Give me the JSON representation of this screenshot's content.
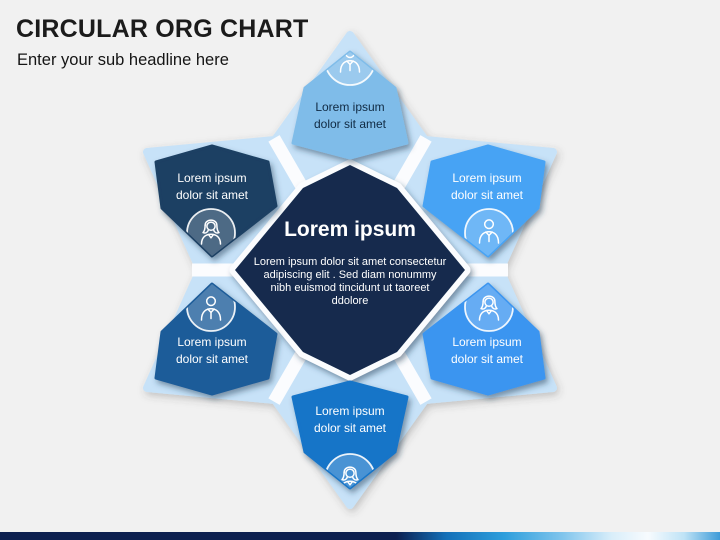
{
  "header": {
    "title": "CIRCULAR ORG CHART",
    "subtitle": "Enter your sub headline here",
    "title_color": "#1b1b1b",
    "subtitle_color": "#151515"
  },
  "center": {
    "title": "Lorem ipsum",
    "body_lines": [
      "Lorem ipsum dolor sit amet consectetur",
      "adipiscing elit . Sed diam nonummy",
      "nibh euismod tincidunt ut taoreet",
      "ddolore"
    ],
    "color": "#132c4d",
    "text_color": "#ffffff"
  },
  "petals": [
    {
      "position": "top",
      "line1": "Lorem ipsum",
      "line2": "dolor sit amet",
      "color": "#7fbce9",
      "text_color": "#102a43",
      "icon": "male-person"
    },
    {
      "position": "top-right",
      "line1": "Lorem ipsum",
      "line2": "dolor sit amet",
      "color": "#47a3f4",
      "text_color": "#ffffff",
      "icon": "male-person"
    },
    {
      "position": "bottom-right",
      "line1": "Lorem ipsum",
      "line2": "dolor sit amet",
      "color": "#3b95f0",
      "text_color": "#ffffff",
      "icon": "female-person"
    },
    {
      "position": "bottom",
      "line1": "Lorem ipsum",
      "line2": "dolor sit amet",
      "color": "#1974c8",
      "text_color": "#ffffff",
      "icon": "female-person"
    },
    {
      "position": "bottom-left",
      "line1": "Lorem ipsum",
      "line2": "dolor sit amet",
      "color": "#1f5c99",
      "text_color": "#ffffff",
      "icon": "male-person"
    },
    {
      "position": "top-left",
      "line1": "Lorem ipsum",
      "line2": "dolor sit amet",
      "color": "#1c3f63",
      "text_color": "#ffffff",
      "icon": "female-person"
    }
  ],
  "palette": {
    "background": "#f1f1f1",
    "pale_border": "#c7e2f8",
    "gap_white": "#fbfcfe"
  },
  "footer": {
    "gradient": [
      "#0d2050",
      "#0d2050",
      "#1470b8",
      "#2d9edc",
      "#7fc4ec",
      "#d9eefa",
      "#f7fbfe",
      "#bfe3f6",
      "#3e9bd8"
    ]
  }
}
